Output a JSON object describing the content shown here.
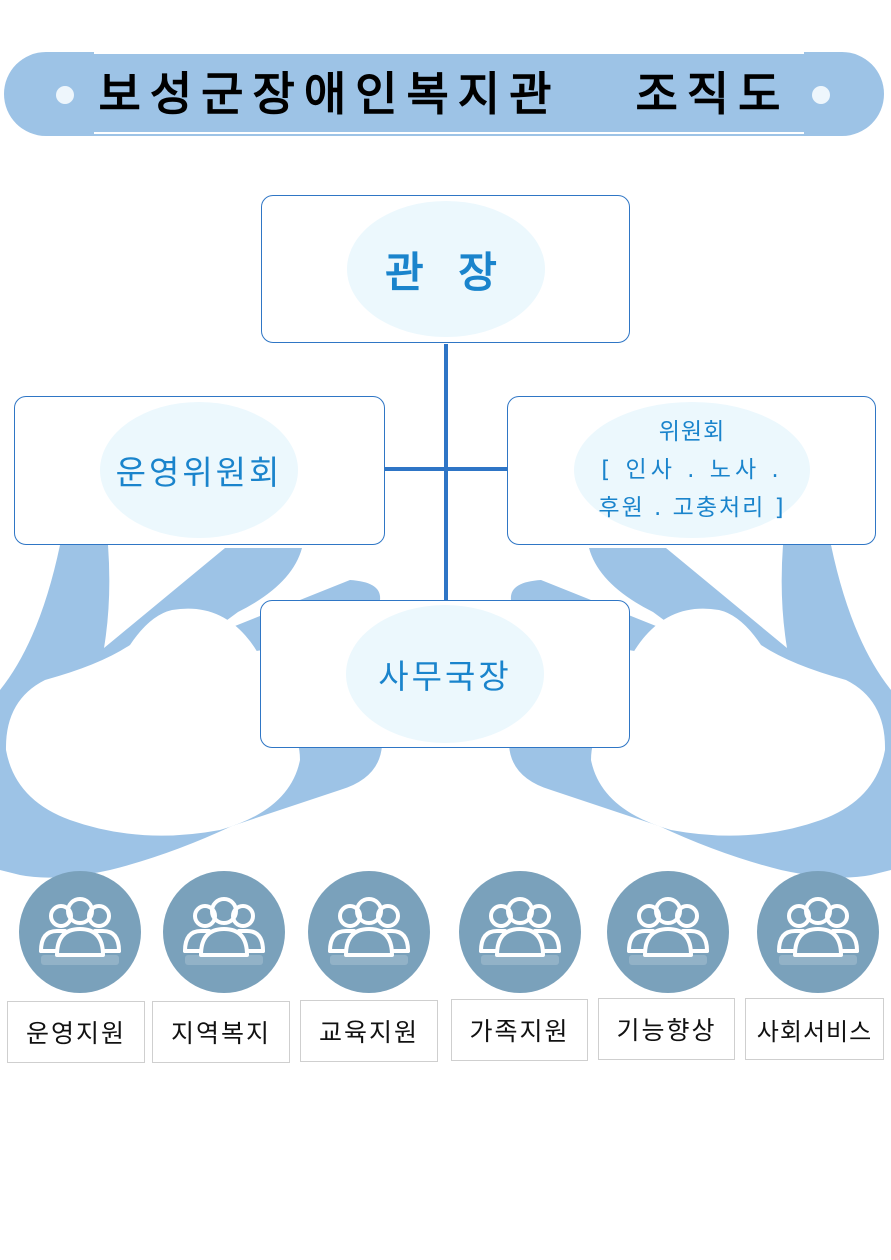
{
  "header": {
    "title": "보성군장애인복지관   조직도"
  },
  "director": {
    "label": "관 장"
  },
  "operating_committee": {
    "label": "운영위원회"
  },
  "committee": {
    "line1": "위원회",
    "line2": "[ 인사 . 노사 .",
    "line3": "후원 . 고충처리 ]"
  },
  "secretary_general": {
    "label": "사무국장"
  },
  "teams": [
    {
      "label": "운영지원",
      "icon": "people-group-icon"
    },
    {
      "label": "지역복지",
      "icon": "people-group-icon"
    },
    {
      "label": "교육지원",
      "icon": "people-group-icon"
    },
    {
      "label": "가족지원",
      "icon": "people-group-icon"
    },
    {
      "label": "기능향상",
      "icon": "people-group-icon"
    },
    {
      "label": "사회서비스",
      "icon": "people-group-icon"
    }
  ],
  "colors": {
    "banner": "#9dc3e6",
    "node_border": "#2f76c5",
    "node_text": "#1a84cc",
    "ellipse_fill": "#ecf8fd",
    "connector": "#2e75c6",
    "team_icon_bg": "#7aa1bb",
    "hands": "#9dc3e6"
  }
}
